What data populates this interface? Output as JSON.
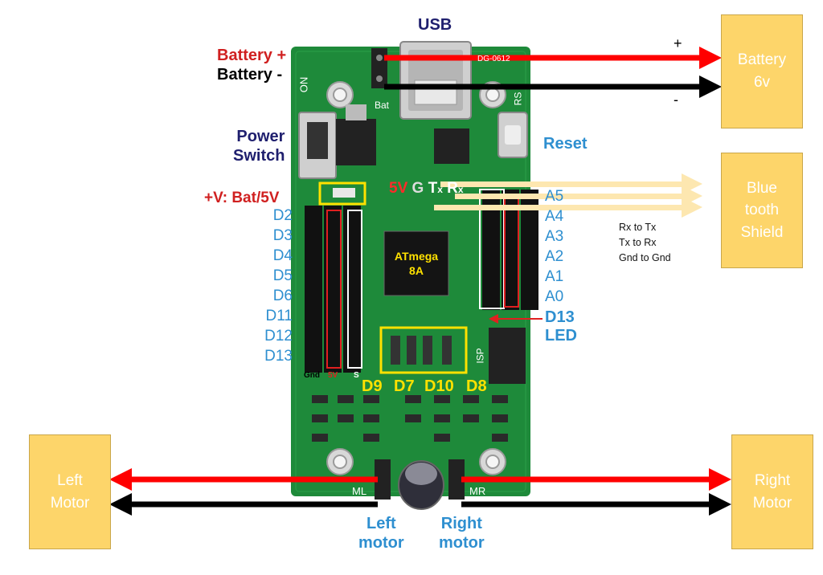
{
  "title": "USB",
  "battery_plus": "Battery +",
  "battery_minus": "Battery -",
  "power_switch": [
    "Power",
    "Switch"
  ],
  "v_select": "+V: Bat/5V",
  "reset": "Reset",
  "left_pins": [
    "D2",
    "D3",
    "D4",
    "D5",
    "D6",
    "D11",
    "D12",
    "D13"
  ],
  "right_pins": [
    "A5",
    "A4",
    "A3",
    "A2",
    "A1",
    "A0"
  ],
  "d13_led": [
    "D13",
    "LED"
  ],
  "servo_pins": [
    "D9",
    "D7",
    "D10",
    "D8"
  ],
  "header_labels": {
    "gnd": "Gnd",
    "v5": "5V",
    "s": "S"
  },
  "chip": [
    "ATmega",
    "8A"
  ],
  "board_text": {
    "on": "ON",
    "bat": "Bat",
    "rs": "RS",
    "model": "DG-0612",
    "isp": "ISP",
    "ml": "ML",
    "mr": "MR",
    "v5": "5V",
    "g": "G",
    "t": "T",
    "r": "R",
    "x": "x"
  },
  "battery_box": "Battery\n6v",
  "bluetooth_box": "Blue\ntooth\nShield",
  "left_motor_box": "Left\nMotor",
  "right_motor_box": "Right\nMotor",
  "plus_sign": "+",
  "minus_sign": "-",
  "bt_notes": [
    "Rx to Tx",
    "Tx to Rx",
    "Gnd to Gnd"
  ],
  "left_motor_label": [
    "Left",
    "motor"
  ],
  "right_motor_label": [
    "Right",
    "motor"
  ],
  "colors": {
    "board": "#1e8a3a",
    "red_wire": "#ff0000",
    "black_wire": "#000000",
    "arrow_cream": "#fde7b0",
    "box": "#fdd56a",
    "highlight": "#ffe100"
  }
}
